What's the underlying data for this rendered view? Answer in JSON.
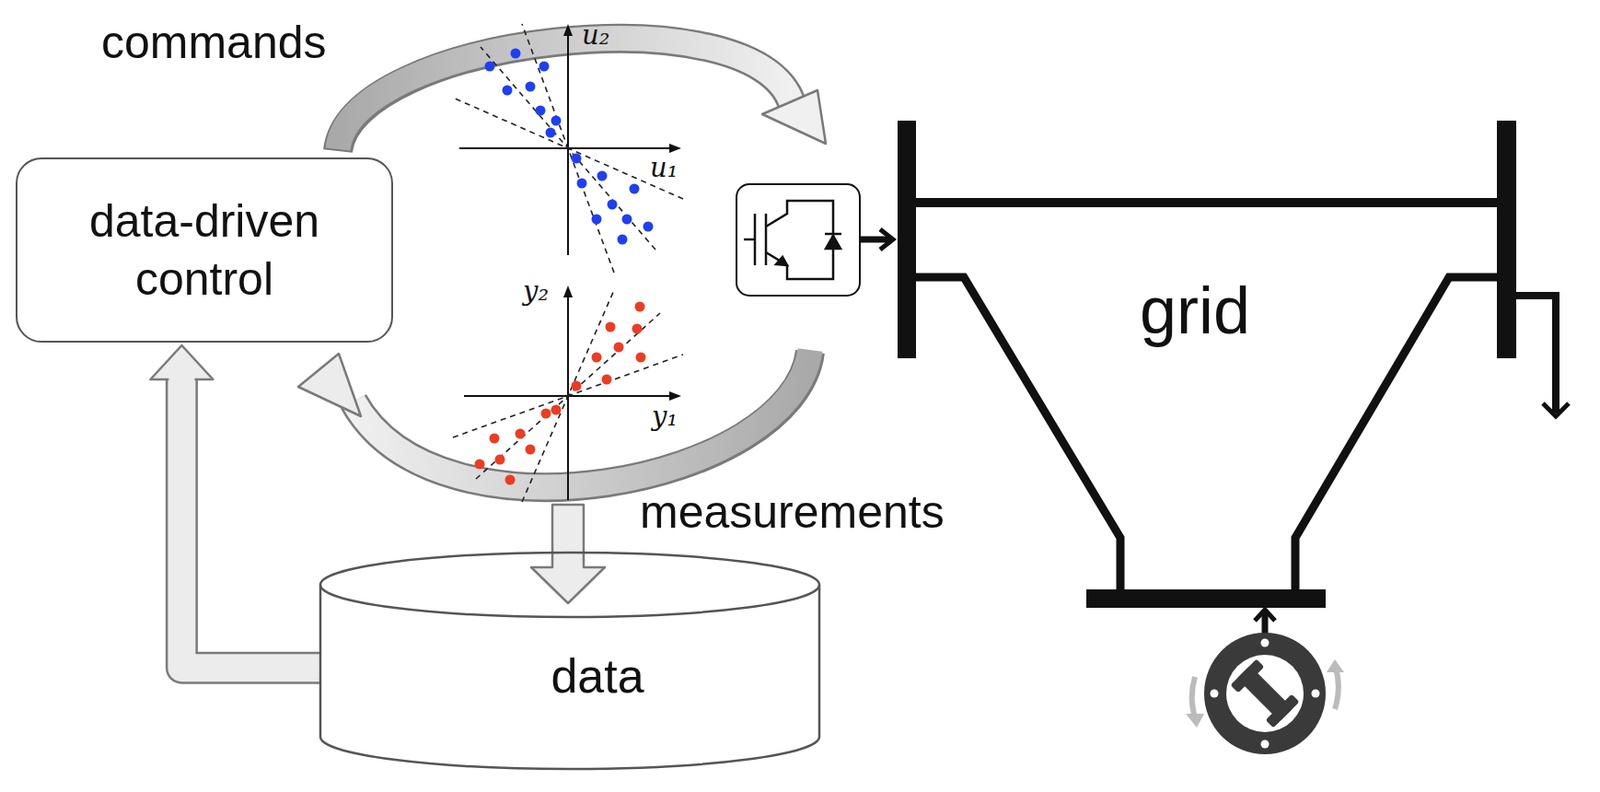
{
  "diagram": {
    "nodes": [
      {
        "text": [
          "data-driven control"
        ]
      },
      {
        "text": [
          "data"
        ]
      }
    ],
    "edges": [
      {
        "from": 1,
        "to": 0,
        "arrow": "to"
      }
    ],
    "labels": [
      "commands",
      "u₂",
      "u₁",
      "y₂",
      "y₁",
      "measurements",
      "grid"
    ]
  }
}
